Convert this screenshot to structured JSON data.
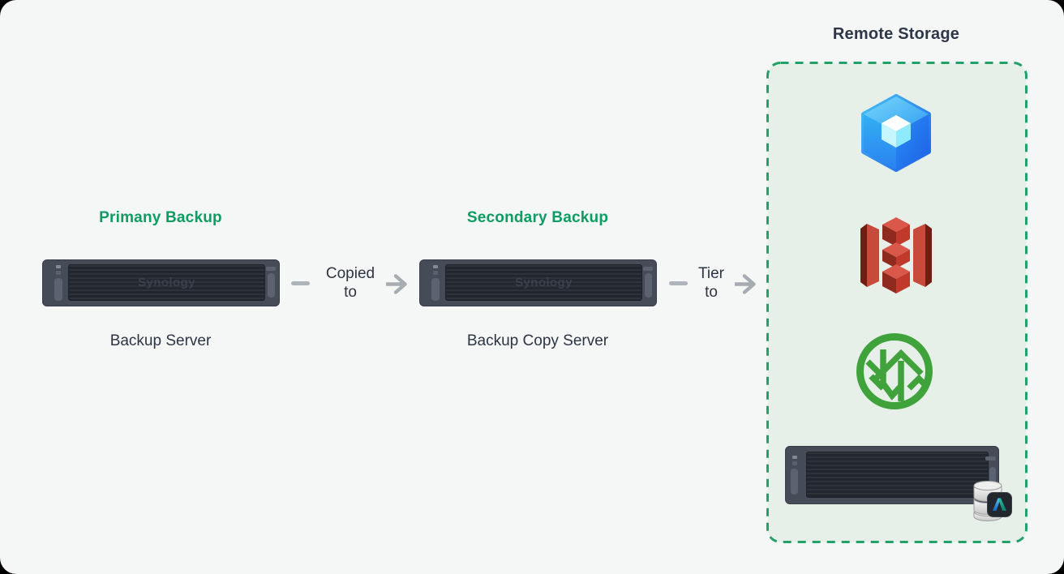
{
  "diagram": {
    "primary": {
      "title": "Primany Backup",
      "caption": "Backup Server",
      "brand": "Synology"
    },
    "secondary": {
      "title": "Secondary Backup",
      "caption": "Backup Copy Server",
      "brand": "Synology"
    },
    "connector1": {
      "line1": "Copied",
      "line2": "to"
    },
    "connector2": {
      "line1": "Tier",
      "line2": "to"
    },
    "remote": {
      "title": "Remote Storage",
      "icons": [
        "synology-c2-cube-icon",
        "amazon-s3-icon",
        "green-cloud-provider-icon",
        "rack-server-with-database-icon"
      ]
    },
    "colors": {
      "accent_green": "#0d9c62",
      "box_border_green": "#23a169",
      "box_fill": "#e7efe9",
      "text_dark": "#2e3747",
      "connector_gray": "#afb4ba",
      "server_body": "#454b57",
      "canvas_bg": "#f5f6f6"
    }
  }
}
